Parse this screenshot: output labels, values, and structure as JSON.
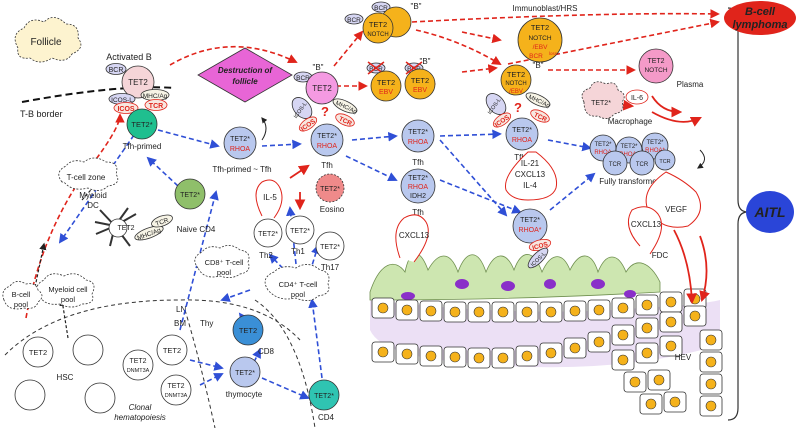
{
  "labels": {
    "follicle": "Follicle",
    "activated_b": "Activated B",
    "tb_border": "T-B border",
    "destruction": "Destruction of follicle",
    "tfh_primed": "Tfh-primed",
    "tfh_primed_to_tfh": "Tfh-primed ~ Tfh",
    "tcell_zone": "T-cell zone",
    "tfh": "Tfh",
    "immunoblast": "Immunoblast/HRS",
    "b_quote": "\"B\"",
    "b_cell_lymphoma": "B-cell lymphoma",
    "plasma": "Plasma",
    "macrophage": "Macrophage",
    "il6": "IL-6",
    "aitl": "AITL",
    "fully_transformed": "Fully transformed Tfh",
    "vegf": "VEGF",
    "cxcl13": "CXCL13",
    "fdc": "FDC",
    "hev": "HEV",
    "il21": "IL-21",
    "il4": "IL-4",
    "myeloid_dc": "Myeloid DC",
    "myeloid_pool": "Myeloid cell pool",
    "bcell_pool": "B-cell pool",
    "naive_cd4": "Naive CD4",
    "th2": "Th2",
    "th1": "Th1",
    "th17": "Th17",
    "il5": "IL-5",
    "eosino": "Eosino",
    "cd8_pool": "CD8⁺ T-cell pool",
    "cd4_pool": "CD4⁺ T-cell pool",
    "ln": "LN",
    "bm": "BM",
    "thy": "Thy",
    "hsc": "HSC",
    "clonal1": "Clonal",
    "clonal2": "hematopoiesis",
    "thymocyte": "thymocyte",
    "cd8": "CD8",
    "cd4": "CD4",
    "qmark": "?"
  },
  "cell_text": {
    "tet2": "TET2",
    "tet2_star": "TET2*",
    "rhoa": "RHOA",
    "rhoa_star": "RHOA*",
    "idh2": "IDH2",
    "notch": "NOTCH",
    "ebv": "EBV",
    "ebv_slash": "/EBV",
    "bcr_loss": "BCR",
    "dnmt3a": "DNMT3A"
  },
  "receptors": {
    "bcr": "BCR",
    "icos": "ICOS",
    "icosl": "ICOS-L",
    "tcr": "TCR",
    "mhc": "MHC/Ag"
  },
  "colors": {
    "red_arrow": "#e0241b",
    "blue_arrow": "#2f4fd6",
    "b_cell_orange": "#f5b21b",
    "tfh_blue": "#b9c8ee",
    "tfh_primed_green": "#1fbf8f",
    "naive_green": "#8fbf6a",
    "cd8_blue": "#3a8fd6",
    "cd4_teal": "#2fc4b2",
    "eosino_pink": "#ef8a8a",
    "plasma_pink": "#f49ac8",
    "destruction_magenta": "#e865d6",
    "aitl_blue": "#2a45d8",
    "aitl_text": "#f5e11a",
    "hev_purple": "#ece0f5",
    "fdc_green": "#cde6b0",
    "fdc_nucleus": "#8a2fc9"
  }
}
